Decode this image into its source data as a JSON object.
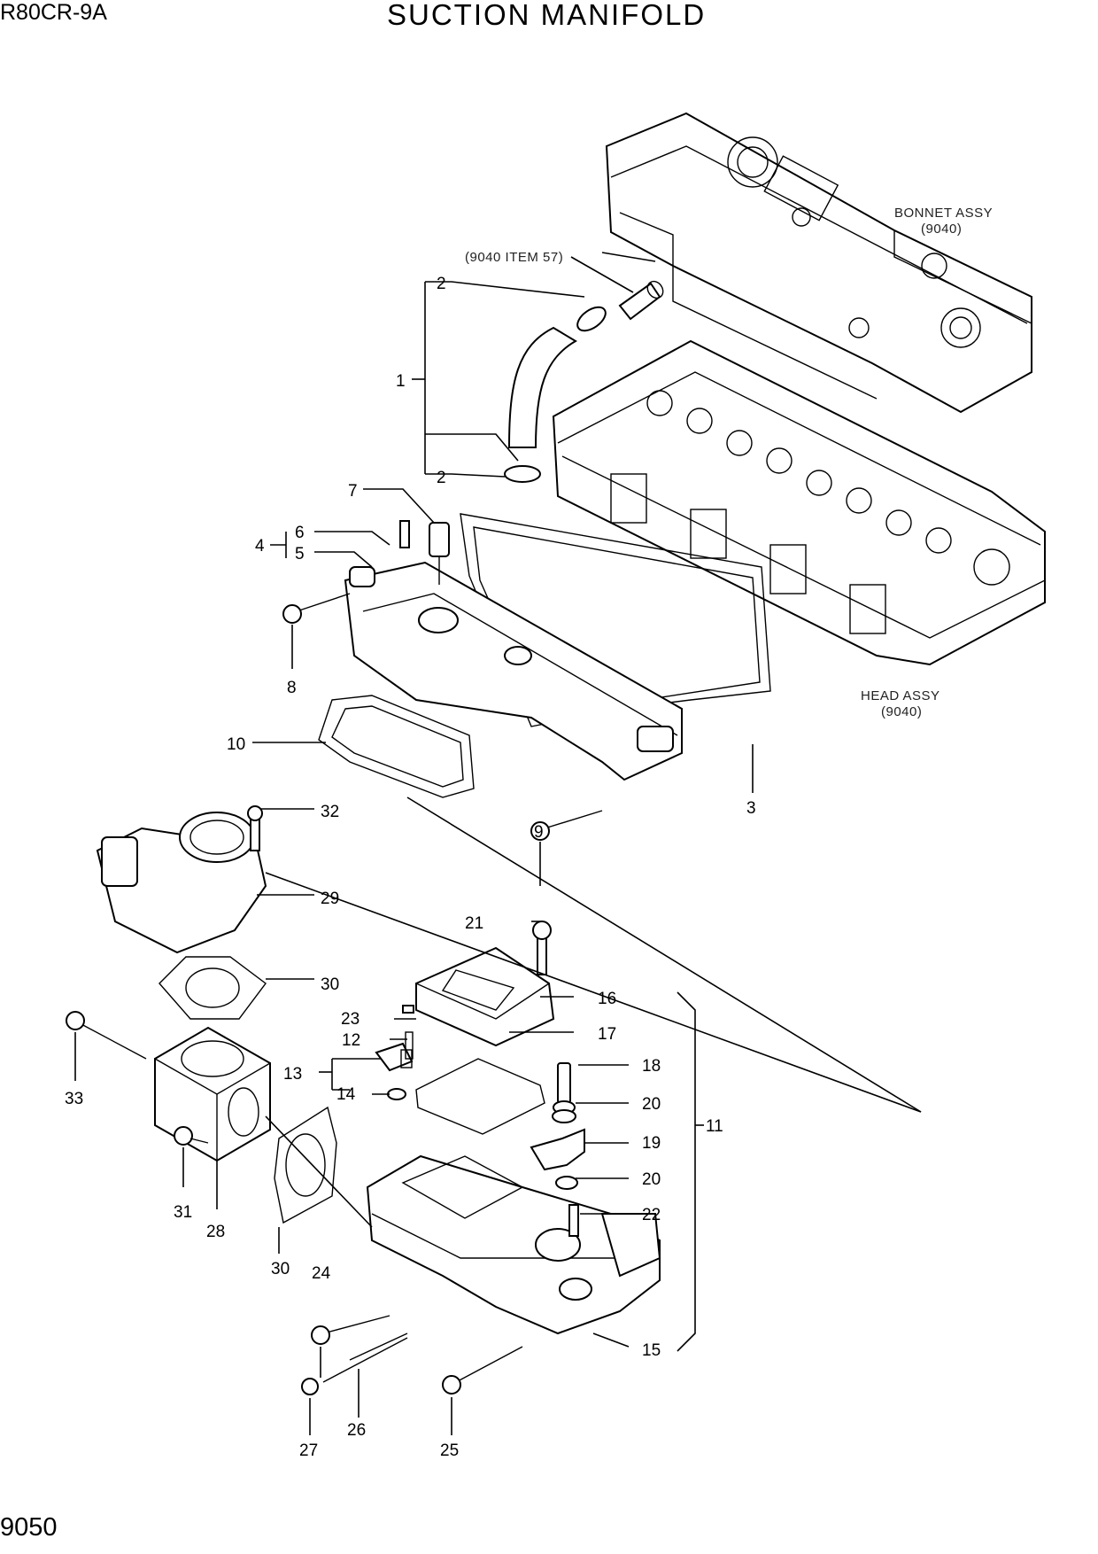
{
  "header": {
    "model": "R80CR-9A",
    "title": "SUCTION MANIFOLD"
  },
  "footer": {
    "page_number": "9050"
  },
  "references": {
    "bonnet_name": "BONNET ASSY",
    "bonnet_code": "(9040)",
    "item57": "(9040 ITEM 57)",
    "head_name": "HEAD ASSY",
    "head_code": "(9040)"
  },
  "callouts": {
    "c1": "1",
    "c2a": "2",
    "c2b": "2",
    "c3": "3",
    "c4": "4",
    "c5": "5",
    "c6": "6",
    "c7": "7",
    "c8": "8",
    "c9": "9",
    "c10": "10",
    "c11": "11",
    "c12": "12",
    "c13": "13",
    "c14": "14",
    "c15": "15",
    "c16": "16",
    "c17": "17",
    "c18": "18",
    "c19": "19",
    "c20a": "20",
    "c20b": "20",
    "c21": "21",
    "c22": "22",
    "c23": "23",
    "c24": "24",
    "c25": "25",
    "c26": "26",
    "c27": "27",
    "c28": "28",
    "c29": "29",
    "c30a": "30",
    "c30b": "30",
    "c31": "31",
    "c32": "32",
    "c33": "33"
  }
}
